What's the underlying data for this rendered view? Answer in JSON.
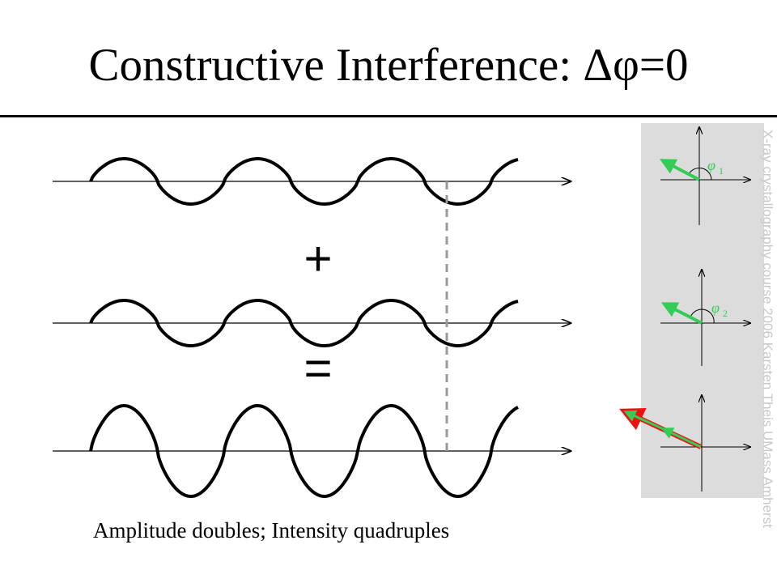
{
  "title": "Constructive Interference: Δφ=0",
  "caption": "Amplitude doubles; Intensity quadruples",
  "operators": {
    "plus": "+",
    "equals": "="
  },
  "phasors": {
    "label1": "φ",
    "sub1": "1",
    "label2": "φ",
    "sub2": "2"
  },
  "watermark": "X-ray crystallography course 2006  Karsten Theis  UMass Amherst",
  "waves": [
    {
      "name": "wave-1",
      "relative_amplitude": 1,
      "phase_deg": 0
    },
    {
      "name": "wave-2",
      "relative_amplitude": 1,
      "phase_deg": 0
    },
    {
      "name": "sum-wave",
      "relative_amplitude": 2,
      "phase_deg": 0
    }
  ],
  "colors": {
    "phasor": "#33cc55",
    "resultant": "#ee1111",
    "panel": "#dcdcdc",
    "dashed": "#999999"
  }
}
